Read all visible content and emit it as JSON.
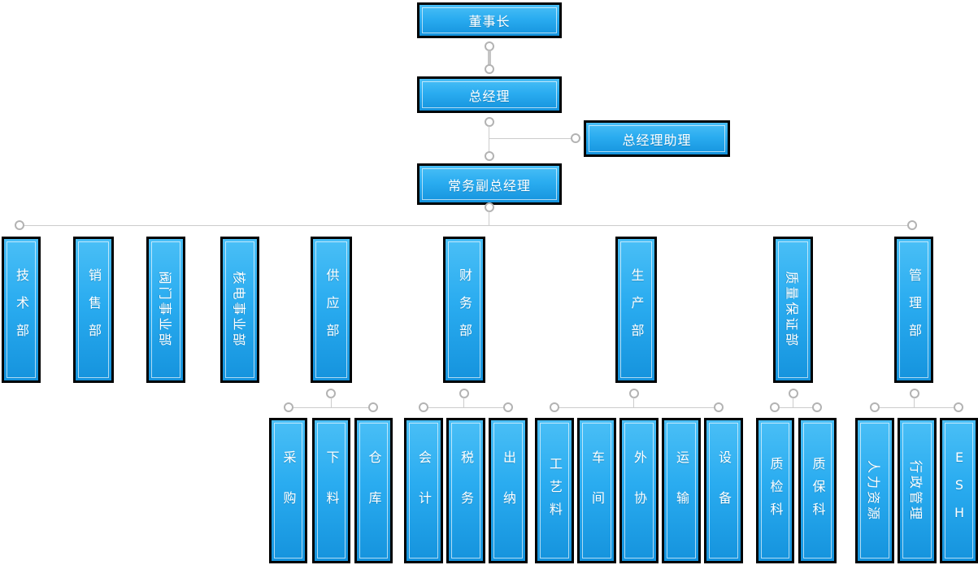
{
  "palette": {
    "box_gradient_top": "#4abff6",
    "box_gradient_bottom": "#1593dd",
    "box_border": "#000000",
    "box_inner_stroke": "rgba(255,255,255,0.65)",
    "connector_line": "#cccccc",
    "connector_circle_border": "#b3b3b3",
    "text_color": "#ffffff",
    "background": "#ffffff"
  },
  "nodes": {
    "chairman": "董事长",
    "general_manager": "总经理",
    "gm_assistant": "总经理助理",
    "deputy_gm": "常务副总经理",
    "departments": [
      "技术部",
      "销售部",
      "阀门事业部",
      "核电事业部",
      "供应部",
      "财务部",
      "生产部",
      "质量保证部",
      "管理部"
    ],
    "supply_children": [
      "采购",
      "下料",
      "仓库"
    ],
    "finance_children": [
      "会计",
      "税务",
      "出纳"
    ],
    "production_children": [
      "工艺料",
      "车间",
      "外协",
      "运输",
      "设备"
    ],
    "qa_children": [
      "质检科",
      "质保科"
    ],
    "admin_children": [
      "人力资源",
      "行政管理",
      "ESH"
    ]
  }
}
